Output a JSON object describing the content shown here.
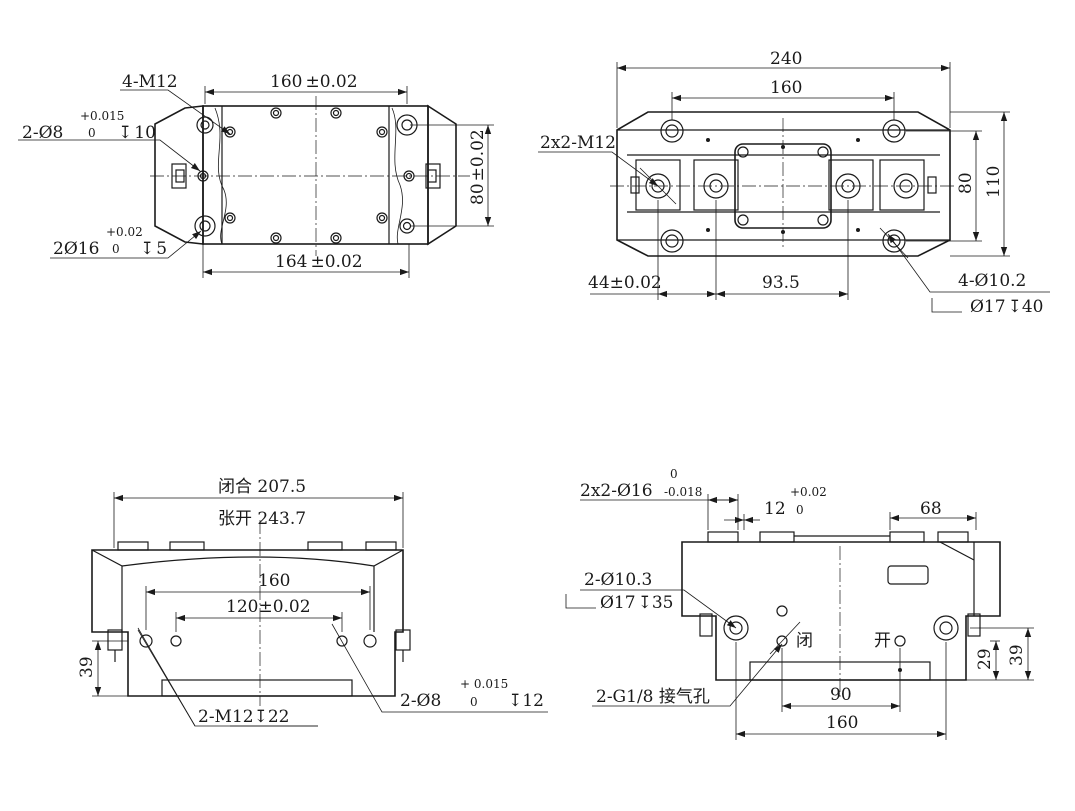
{
  "views": {
    "top_left": {
      "label_4m12": "4-M12",
      "dim_160": "160",
      "tol_pm002": "±0.02",
      "label_2d8_prefix": "2-",
      "phi": "Ø",
      "label_2d8_num": "8",
      "label_2d8_tol_up": "+0.015",
      "label_2d8_tol_low": "0",
      "label_2d8_depth": "10",
      "label_2d16_prefix": "2",
      "label_2d16_num": "16",
      "label_2d16_tol_up": "+0.02",
      "label_2d16_tol_low": "0",
      "label_2d16_depth": "5",
      "dim_164": "164",
      "dim_80": "80",
      "dim_80_tol": "±0.02"
    },
    "top_right": {
      "dim_240": "240",
      "dim_160": "160",
      "label_2x2m12": "2x2-M12",
      "dim_80": "80",
      "dim_110": "110",
      "dim_44": "44±0.02",
      "dim_935": "93.5",
      "label_4d102": "4-Ø10.2",
      "label_d17": "Ø17",
      "label_d17_depth": "40"
    },
    "bottom_left": {
      "closed_label": "闭合 207.5",
      "open_label": "张开 243.7",
      "dim_160": "160",
      "dim_120": "120±0.02",
      "dim_39": "39",
      "label_2d8_prefix": "2-Ø8",
      "label_2d8_tol_up": "+ 0.015",
      "label_2d8_tol_low": "0",
      "label_2d8_depth": "12",
      "label_2m12": "2-M12",
      "label_2m12_depth": "22"
    },
    "bottom_right": {
      "label_2x2d16": "2x2-Ø16",
      "label_2x2d16_tol_up": "0",
      "label_2x2d16_tol_low": "-0.018",
      "dim_12": "12",
      "dim_12_tol_up": "+0.02",
      "dim_12_tol_low": "0",
      "dim_68": "68",
      "label_2d103": "2-Ø10.3",
      "label_d17": "Ø17",
      "label_d17_depth": "35",
      "close_label": "闭",
      "open_label": "开",
      "dim_29": "29",
      "dim_39": "39",
      "label_g18": "2-G1/8 接气孔",
      "dim_90": "90",
      "dim_160": "160"
    }
  },
  "symbols": {
    "depth": "↧"
  }
}
